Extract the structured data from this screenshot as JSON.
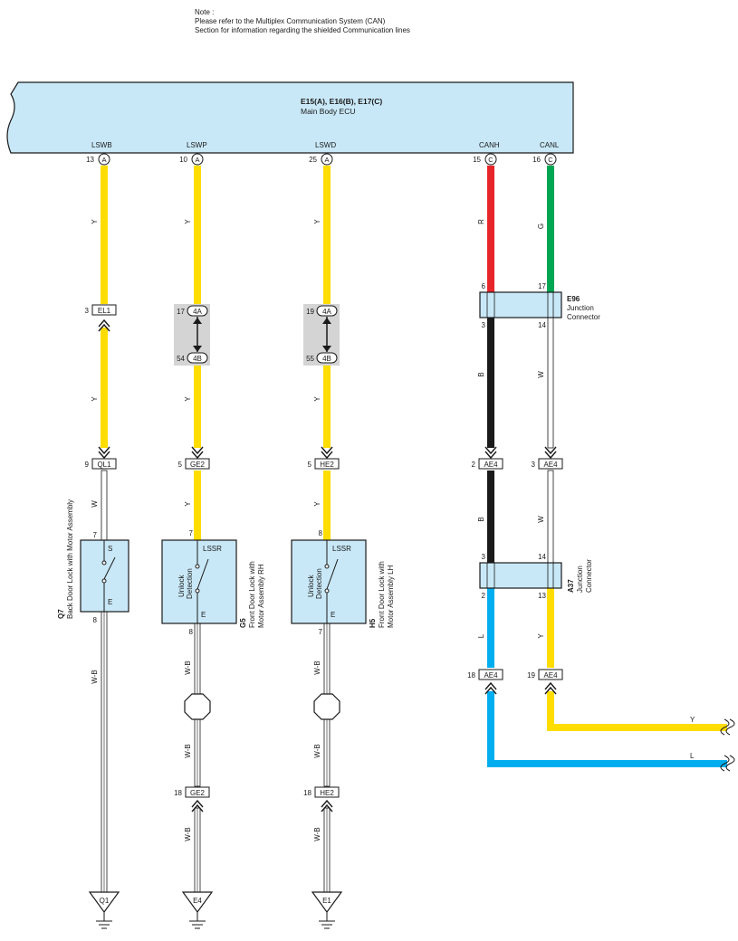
{
  "note": {
    "lines": [
      "Note :",
      "Please refer to the Multiplex Communication System (CAN)",
      "Section for information regarding the shielded Communication lines"
    ]
  },
  "ecu": {
    "title": "E15(A), E16(B), E17(C)",
    "subtitle": "Main Body ECU",
    "fill_color": "#c9e8f7",
    "pins": [
      {
        "label": "LSWB",
        "pin": "13",
        "conn": "A"
      },
      {
        "label": "LSWP",
        "pin": "10",
        "conn": "A"
      },
      {
        "label": "LSWD",
        "pin": "25",
        "conn": "A"
      },
      {
        "label": "CANH",
        "pin": "15",
        "conn": "C"
      },
      {
        "label": "CANL",
        "pin": "16",
        "conn": "C"
      }
    ]
  },
  "colors": {
    "Y": "#ffdd00",
    "R": "#e8262a",
    "G": "#00a651",
    "B": "#1a1a1a",
    "W": "#ffffff",
    "L": "#00aeef",
    "grey_box": "#d4d4d4",
    "component": "#c9e8f7"
  },
  "wires": {
    "lswb_top": "Y",
    "lswb_mid": "Y",
    "lswb_low": "W",
    "lswb_gnd": "W-B",
    "lswp_top": "Y",
    "lswp_mid": "Y",
    "lswp_low": "Y",
    "lswp_gnd1": "W-B",
    "lswp_gnd2": "W-B",
    "lswp_gnd3": "W-B",
    "lswd_top": "Y",
    "lswd_mid": "Y",
    "lswd_low": "Y",
    "lswd_gnd1": "W-B",
    "lswd_gnd2": "W-B",
    "lswd_gnd3": "W-B",
    "canh_top": "R",
    "canh_mid": "B",
    "canh_low": "B",
    "canh_out": "L",
    "canl_top": "G",
    "canl_mid": "W",
    "canl_low": "W",
    "canl_out": "Y",
    "out_y": "Y",
    "out_l": "L"
  },
  "connectors": {
    "el1": {
      "pin": "3",
      "name": "EL1"
    },
    "lswp_4a": {
      "pin": "17",
      "name": "4A"
    },
    "lswp_4b": {
      "pin": "54",
      "name": "4B"
    },
    "lswd_4a": {
      "pin": "19",
      "name": "4A"
    },
    "lswd_4b": {
      "pin": "55",
      "name": "4B"
    },
    "ql1": {
      "pin": "9",
      "name": "QL1"
    },
    "ge2_top": {
      "pin": "5",
      "name": "GE2"
    },
    "he2_top": {
      "pin": "5",
      "name": "HE2"
    },
    "ae4_canh_top": {
      "pin": "2",
      "name": "AE4"
    },
    "ae4_canl_top": {
      "pin": "3",
      "name": "AE4"
    },
    "ae4_canh_low": {
      "pin": "18",
      "name": "AE4"
    },
    "ae4_canl_low": {
      "pin": "19",
      "name": "AE4"
    },
    "ge2_low": {
      "pin": "18",
      "name": "GE2"
    },
    "he2_low": {
      "pin": "18",
      "name": "HE2"
    }
  },
  "junction_e96": {
    "code": "E96",
    "name": "Junction\nConnector",
    "pins": {
      "tl": "6",
      "tr": "17",
      "bl": "3",
      "br": "14"
    }
  },
  "junction_a37": {
    "code": "A37",
    "name": "Junction\nConnector",
    "pins": {
      "tl": "3",
      "tr": "14",
      "bl": "2",
      "br": "13"
    }
  },
  "components": {
    "q7": {
      "code": "Q7",
      "name": "Back Door Lock with Motor Assembly",
      "pin_top": "7",
      "pin_bottom": "8",
      "label_top": "S",
      "label_bottom": "E"
    },
    "g5": {
      "code": "G5",
      "name1": "Front Door Lock with",
      "name2": "Motor Assembly RH",
      "pin_top": "7",
      "pin_bottom": "8",
      "label_top": "LSSR",
      "label_bottom": "E",
      "switch_label1": "Unlock",
      "switch_label2": "Detection"
    },
    "h5": {
      "code": "H5",
      "name1": "Front Door Lock with",
      "name2": "Motor Assembly LH",
      "pin_top": "8",
      "pin_bottom": "7",
      "label_top": "LSSR",
      "label_bottom": "E",
      "switch_label1": "Unlock",
      "switch_label2": "Detection"
    }
  },
  "grounds": {
    "q1": "Q1",
    "e4": "E4",
    "e1": "E1"
  }
}
